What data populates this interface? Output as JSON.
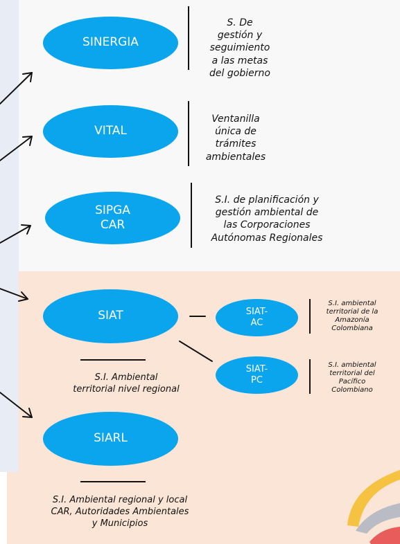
{
  "colors": {
    "ellipse_fill": "#0aa5ec",
    "top_panel": "#f8f8f8",
    "bottom_panel": "#fbe5d6",
    "left_strip": "#e8ecf5",
    "logo_yellow": "#f5c242",
    "logo_gray": "#b9bcc4",
    "logo_red": "#e95c5c"
  },
  "nodes": {
    "sinergia": {
      "label": "SINERGIA",
      "desc": [
        "S. De",
        "gestión y",
        "seguimiento",
        "a las metas",
        "del gobierno"
      ]
    },
    "vital": {
      "label": "VITAL",
      "desc": [
        "Ventanilla",
        "única de",
        "trámites",
        "ambientales"
      ]
    },
    "sipga": {
      "label": [
        "SIPGA",
        "CAR"
      ],
      "desc": [
        "S.I. de planificación y",
        "gestión ambiental de",
        "las Corporaciones",
        "Autónomas Regionales"
      ]
    },
    "siat": {
      "label": "SIAT",
      "desc": [
        "S.I. Ambiental",
        "territorial nivel regional"
      ]
    },
    "siat_ac": {
      "label": [
        "SIAT-",
        "AC"
      ],
      "desc": [
        "S.I. ambiental",
        "territorial de la",
        "Amazonía",
        "Colombiana"
      ]
    },
    "siat_pc": {
      "label": [
        "SIAT-",
        "PC"
      ],
      "desc": [
        "S.I. ambiental",
        "territorial del",
        "Pacífico",
        "Colombiano"
      ]
    },
    "siarl": {
      "label": "SIARL",
      "desc": [
        "S.I. Ambiental regional y local",
        "CAR, Autoridades Ambientales",
        "y Municipios"
      ]
    }
  }
}
